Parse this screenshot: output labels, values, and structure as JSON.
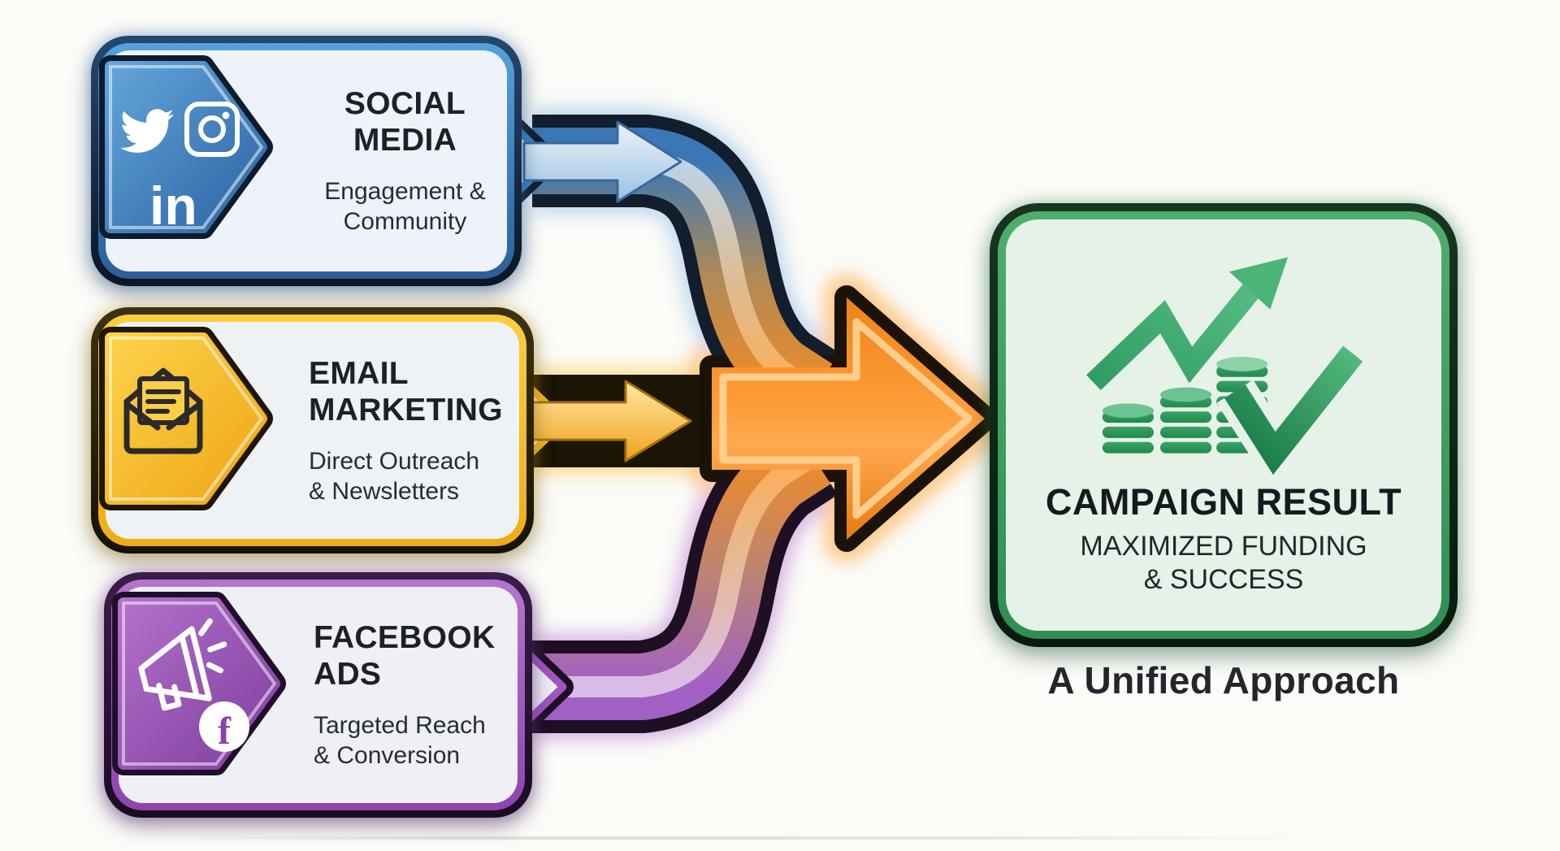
{
  "nodes": [
    {
      "id": "social-media",
      "title": "SOCIAL MEDIA",
      "title_lines": [
        "SOCIAL",
        "MEDIA"
      ],
      "subtitle": "Engagement & Community",
      "subtitle_lines": [
        "Engagement &",
        "Community"
      ],
      "accent": "#2f6fae",
      "icons": [
        "twitter-icon",
        "instagram-icon",
        "linkedin-icon"
      ]
    },
    {
      "id": "email-marketing",
      "title": "EMAIL MARKETING",
      "title_lines": [
        "EMAIL",
        "MARKETING"
      ],
      "subtitle": "Direct Outreach & Newsletters",
      "subtitle_lines": [
        "Direct Outreach",
        "& Newsletters"
      ],
      "accent": "#f2b51c",
      "icons": [
        "open-envelope-icon"
      ]
    },
    {
      "id": "facebook-ads",
      "title": "FACEBOOK ADS",
      "title_lines": [
        "FACEBOOK",
        "ADS"
      ],
      "subtitle": "Targeted Reach & Conversion",
      "subtitle_lines": [
        "Targeted Reach",
        "& Conversion"
      ],
      "accent": "#9c59b8",
      "icons": [
        "megaphone-icon",
        "facebook-icon"
      ]
    }
  ],
  "result": {
    "id": "campaign-result",
    "title": "CAMPAIGN RESULT",
    "subtitle": "MAXIMIZED FUNDING & SUCCESS",
    "subtitle_lines": [
      "MAXIMIZED FUNDING",
      "& SUCCESS"
    ],
    "accent": "#3f9e5f",
    "icon": "growth-chart-coins-checkmark-icon"
  },
  "caption": "A Unified Approach",
  "palette": {
    "background": "#fbfbf8",
    "arrow_orange": "#f68b1f",
    "social_blue": "#2f6fae",
    "email_gold": "#f2b51c",
    "ads_purple": "#9c59b8",
    "result_green": "#3f9e5f",
    "outline_dark": "#1b1309",
    "text_dark": "#1d2127"
  }
}
